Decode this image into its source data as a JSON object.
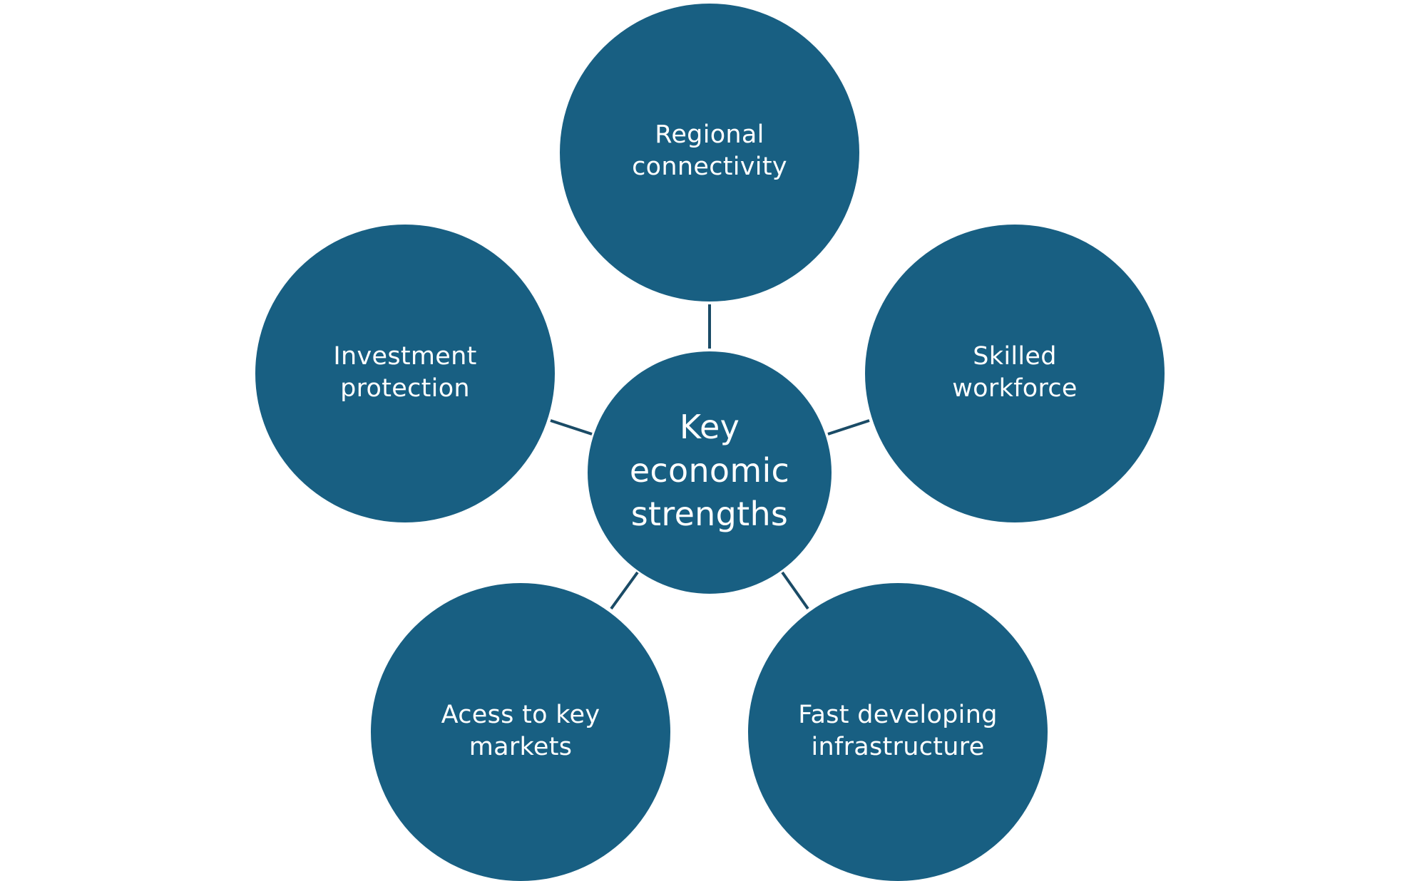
{
  "diagram": {
    "colors": {
      "node_fill": "#185f82",
      "connector": "#1a4b66",
      "label_text": "#ffffff",
      "background": "#ffffff"
    },
    "center": {
      "label": "Key\neconomic\nstrengths"
    },
    "nodes": [
      {
        "id": "top",
        "label": "Regional\nconnectivity"
      },
      {
        "id": "left",
        "label": "Investment\nprotection"
      },
      {
        "id": "right",
        "label": "Skilled\nworkforce"
      },
      {
        "id": "bottom-left",
        "label": "Acess to key\nmarkets"
      },
      {
        "id": "bottom-right",
        "label": "Fast developing\ninfrastructure"
      }
    ]
  }
}
